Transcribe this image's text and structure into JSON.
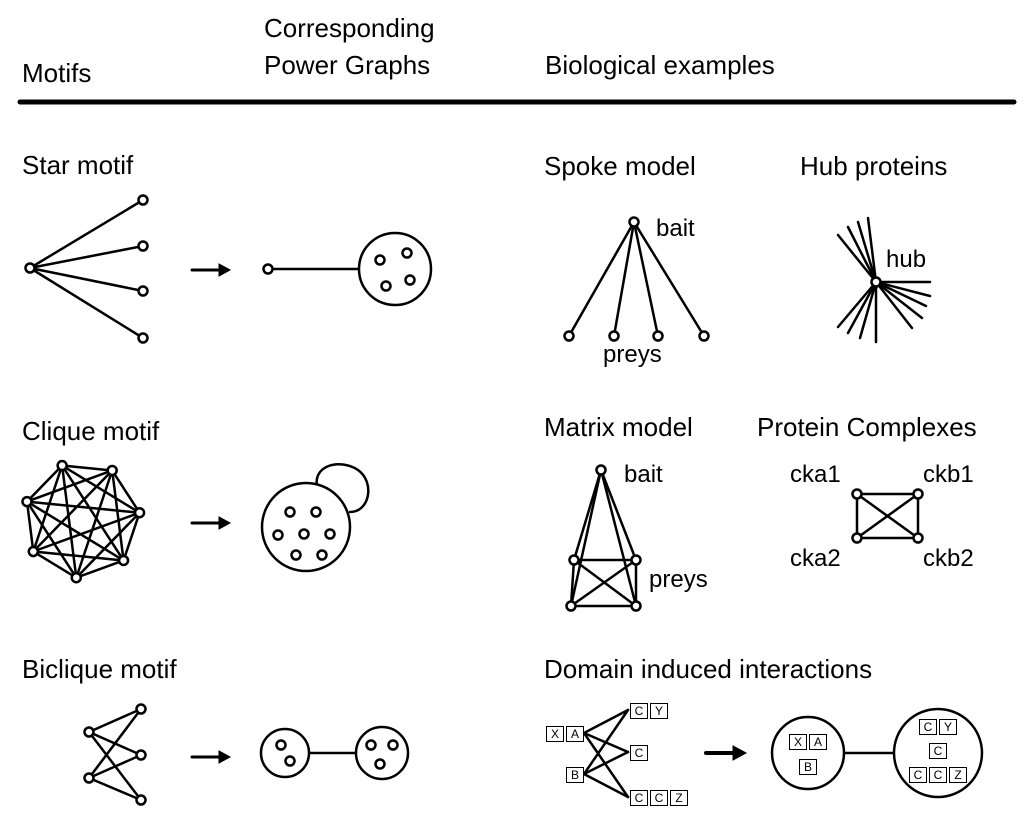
{
  "header": {
    "col1": "Motifs",
    "col2_line1": "Corresponding",
    "col2_line2": "Power Graphs",
    "col3": "Biological examples"
  },
  "rows": {
    "star": {
      "title": "Star motif"
    },
    "clique": {
      "title": "Clique motif"
    },
    "biclique": {
      "title": "Biclique motif"
    }
  },
  "examples": {
    "spoke": {
      "title": "Spoke model",
      "bait": "bait",
      "preys": "preys"
    },
    "hub": {
      "title": "Hub proteins",
      "hub": "hub"
    },
    "matrix": {
      "title": "Matrix model",
      "bait": "bait",
      "preys": "preys"
    },
    "complexes": {
      "title": "Protein Complexes",
      "n1": "cka1",
      "n2": "ckb1",
      "n3": "cka2",
      "n4": "ckb2"
    },
    "domain": {
      "title": "Domain induced interactions",
      "boxes": [
        "X",
        "A",
        "B",
        "C",
        "Y",
        "C",
        "C",
        "C",
        "Z"
      ]
    }
  }
}
